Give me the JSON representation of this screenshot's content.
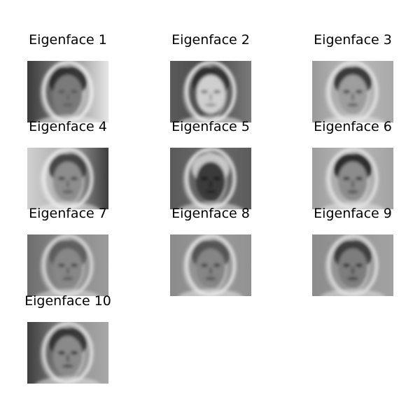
{
  "figure": {
    "background": "#ffffff",
    "colormap": "grayscale",
    "grid": {
      "rows": 4,
      "cols": 3
    },
    "panels": [
      {
        "title": "Eigenface 1",
        "tone": "dark left half, bright right half"
      },
      {
        "title": "Eigenface 2",
        "tone": "bright face, dark background"
      },
      {
        "title": "Eigenface 3",
        "tone": "light background, dark hair"
      },
      {
        "title": "Eigenface 4",
        "tone": "bright left, dark right edge"
      },
      {
        "title": "Eigenface 5",
        "tone": "dark face, bright halo"
      },
      {
        "title": "Eigenface 6",
        "tone": "light background, dark hair band"
      },
      {
        "title": "Eigenface 7",
        "tone": "mid-gray, double outline"
      },
      {
        "title": "Eigenface 8",
        "tone": "mid-gray, bright outline"
      },
      {
        "title": "Eigenface 9",
        "tone": "mid-gray, textured face"
      },
      {
        "title": "Eigenface 10",
        "tone": "dark left edge, detailed face"
      }
    ]
  }
}
